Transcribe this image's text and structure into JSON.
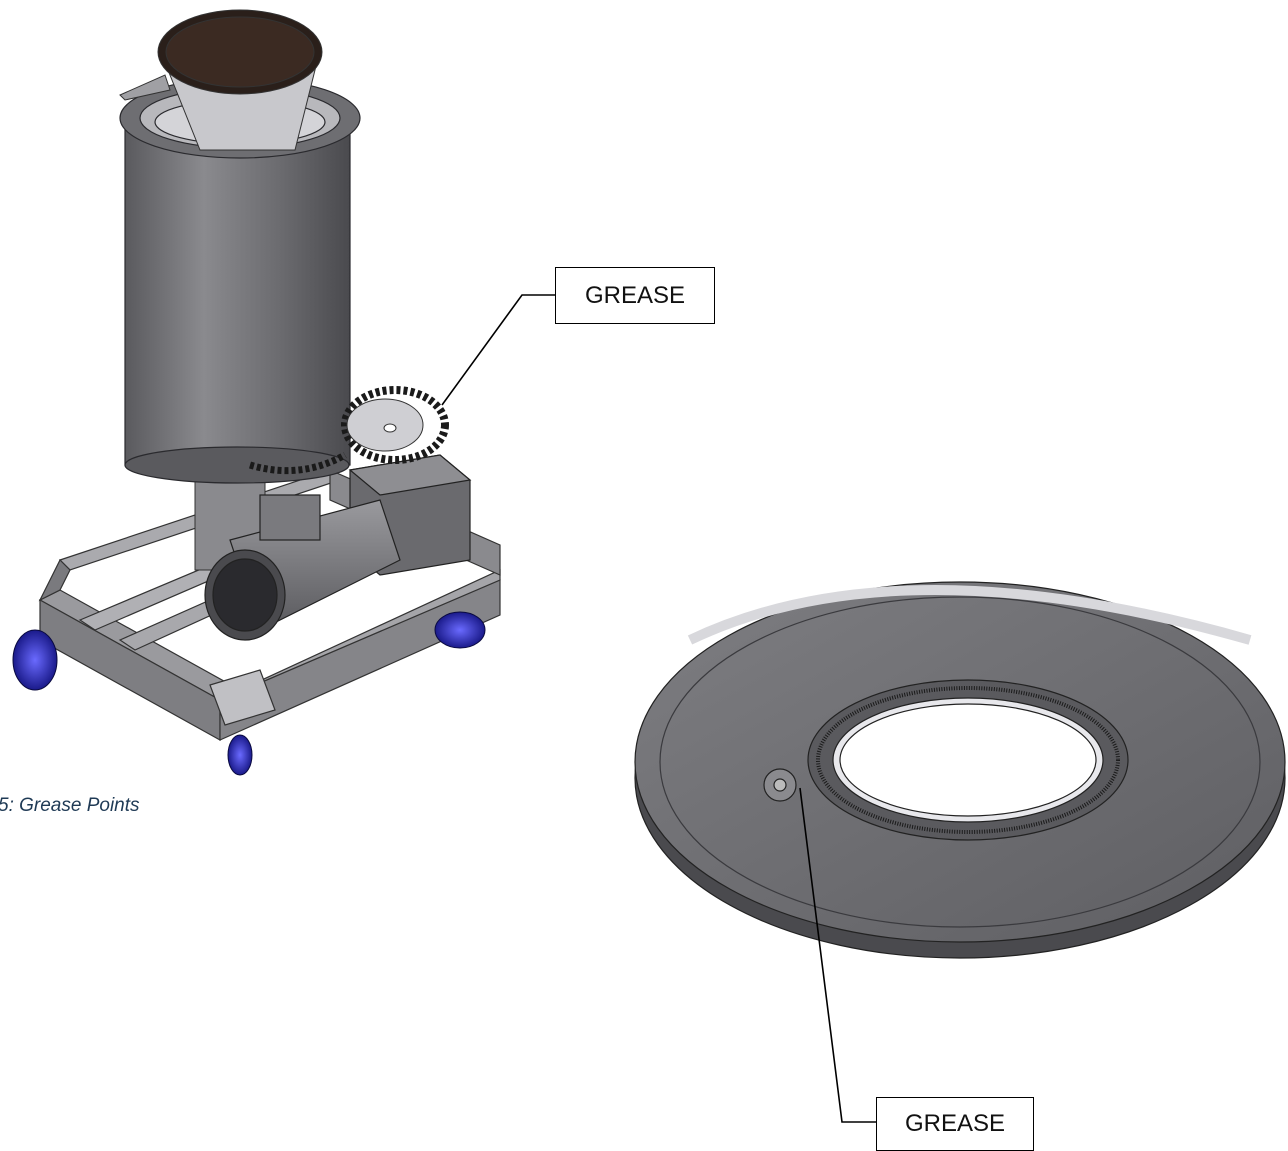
{
  "callouts": {
    "top_label": "GREASE",
    "bottom_label": "GREASE"
  },
  "caption": {
    "text": "5: Grease Points"
  }
}
